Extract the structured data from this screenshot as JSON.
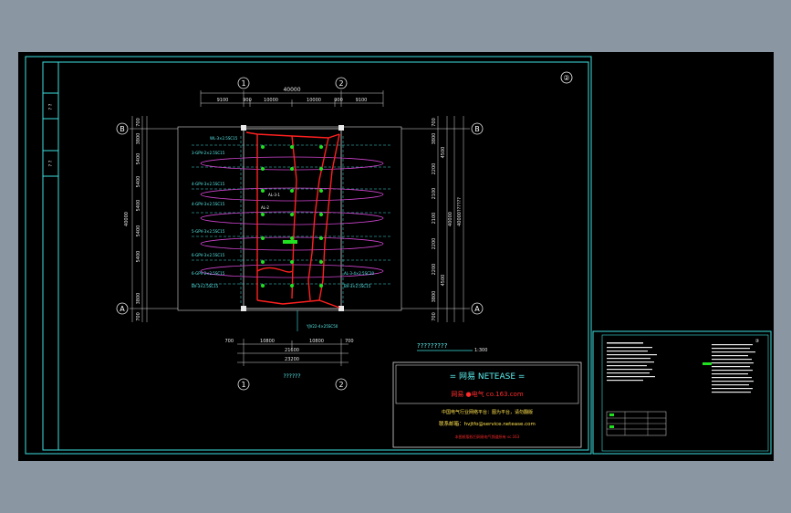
{
  "sheet": {
    "number": "②",
    "title_block_left": [
      "? ?",
      "? ?"
    ]
  },
  "plan": {
    "axis_labels": {
      "col1": "1",
      "col2": "2",
      "rowB": "B",
      "rowA": "A"
    },
    "top_dims": {
      "overall": "40000",
      "segments": [
        "9100",
        "900",
        "10000",
        "10000",
        "900",
        "9100"
      ]
    },
    "left_dims": {
      "overall": "40000",
      "segments": [
        "700",
        "3800",
        "5400",
        "5400",
        "5400",
        "5400",
        "5400",
        "3800",
        "700"
      ]
    },
    "right_dims": {
      "overall": "40000",
      "outer_label": "40000??????",
      "segments": [
        "700",
        "3800",
        "4500",
        "2200",
        "2100",
        "2100",
        "2200",
        "2200",
        "4500",
        "3800",
        "700"
      ]
    },
    "bottom_dims": {
      "row1": [
        "700",
        "10800",
        "10800",
        "700"
      ],
      "row2": "21600",
      "row3": "23200",
      "caption": "??????"
    },
    "scale_caption": "?????????",
    "scale_ratio": "1:300",
    "feeder_labels": [
      "WL-3×2.5SC15",
      "3-GPV-2×2.5SC15",
      "4-GPV-3×2.5SC15",
      "4-GPV-3×2.5SC15",
      "5-GPV-3×2.5SC15",
      "6-GPV-3×2.5SC15",
      "6-GPV-2×2.5SC15",
      "BV-3×2.5SC15"
    ],
    "panel_labels": [
      "AL-3-1",
      "AL-2"
    ],
    "right_feeder_labels": [
      "AL-3-4×2.5SC20",
      "BV-3×2.5SC15"
    ],
    "bottom_feeder_label": "YJV22-4×25SC50"
  },
  "stamp": {
    "brand": "= 网易 NETEASE =",
    "site": "网易 ●电气   co.163.com",
    "line1": "中国电气行业网络平台：图为平台，请勿翻版",
    "line2": "联系邮箱：hvjtfo@service.netease.com",
    "line3": "本图纸版权归网易电气频道所有 sc.163"
  },
  "legend_panel": {
    "number": "③"
  },
  "colors": {
    "frame": "#3ee0e0",
    "wire": "#ff2020",
    "grid": "#d8d8d8",
    "fixture": "#21e021",
    "loop": "#d045d0",
    "background": "#000000"
  }
}
